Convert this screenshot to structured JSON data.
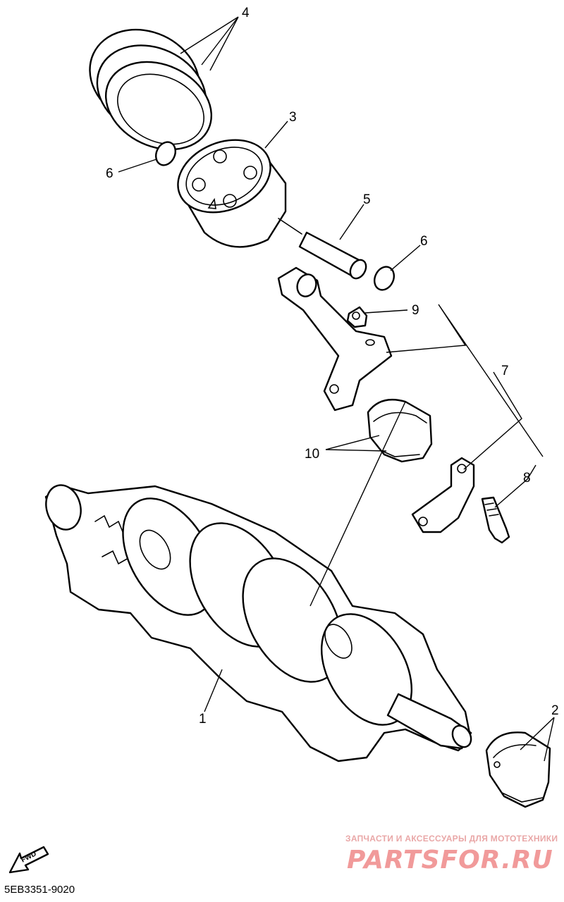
{
  "diagram": {
    "part_labels": {
      "crankshaft": "1",
      "main_bearing": "2",
      "piston": "3",
      "piston_rings": "4",
      "piston_pin": "5",
      "circlip_left": "6",
      "circlip_right": "6",
      "connecting_rod_assembly": "7",
      "rod_bolt": "8",
      "rod_nut": "9",
      "rod_bearing": "10"
    },
    "fwd_label": "FWD",
    "code": "5EB3351-9020"
  },
  "watermark": {
    "line": "ЗАПЧАСТИ И АКСЕССУАРЫ ДЛЯ МОТОТЕХНИКИ",
    "logo": "PARTSFOR.RU"
  }
}
